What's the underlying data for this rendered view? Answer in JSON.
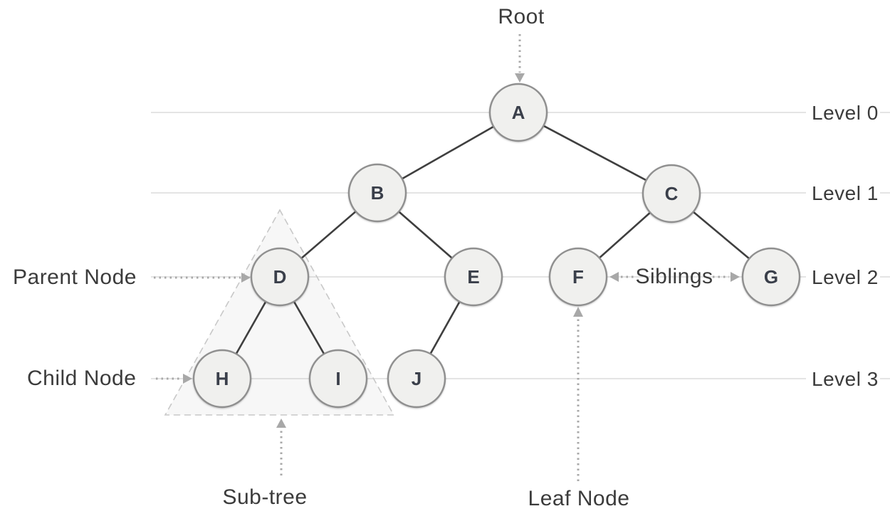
{
  "diagram": {
    "type": "binary-tree",
    "annotations": {
      "root": "Root",
      "parent_node": "Parent Node",
      "child_node": "Child Node",
      "siblings": "Siblings",
      "sub_tree": "Sub-tree",
      "leaf_node": "Leaf Node"
    },
    "levels": [
      {
        "label": "Level 0"
      },
      {
        "label": "Level 1"
      },
      {
        "label": "Level 2"
      },
      {
        "label": "Level 3"
      }
    ],
    "nodes": [
      {
        "label": "A",
        "level": 0,
        "parent": null
      },
      {
        "label": "B",
        "level": 1,
        "parent": "A"
      },
      {
        "label": "C",
        "level": 1,
        "parent": "A"
      },
      {
        "label": "D",
        "level": 2,
        "parent": "B"
      },
      {
        "label": "E",
        "level": 2,
        "parent": "B"
      },
      {
        "label": "F",
        "level": 2,
        "parent": "C"
      },
      {
        "label": "G",
        "level": 2,
        "parent": "C"
      },
      {
        "label": "H",
        "level": 3,
        "parent": "D"
      },
      {
        "label": "I",
        "level": 3,
        "parent": "D"
      },
      {
        "label": "J",
        "level": 3,
        "parent": "E"
      }
    ],
    "edges": [
      [
        "A",
        "B"
      ],
      [
        "A",
        "C"
      ],
      [
        "B",
        "D"
      ],
      [
        "B",
        "E"
      ],
      [
        "C",
        "F"
      ],
      [
        "C",
        "G"
      ],
      [
        "D",
        "H"
      ],
      [
        "D",
        "I"
      ],
      [
        "E",
        "J"
      ]
    ],
    "colors": {
      "node_fill": "#f0f0ee",
      "node_border": "#8f8f8f",
      "node_text": "#3a3f4a",
      "edge": "#3f3f3f",
      "level_line": "#dcdcdc",
      "annotation_arrow": "#a8a8a8",
      "annotation_text": "#3b3b3b",
      "subtree_outline": "#c8c8c8"
    }
  }
}
